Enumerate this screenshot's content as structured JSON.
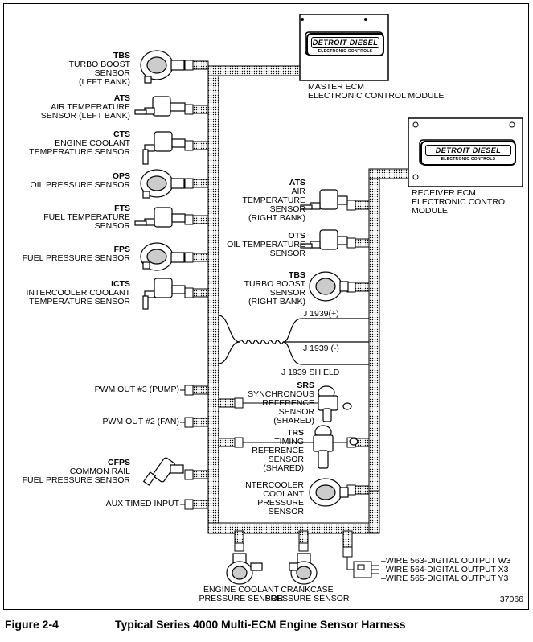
{
  "master_ecm": {
    "logo": "DETROIT DIESEL",
    "logo_sub": "ELECTRONIC CONTROLS",
    "label1": "MASTER ECM",
    "label2": "ELECTRONIC CONTROL MODULE"
  },
  "receiver_ecm": {
    "logo": "DETROIT DIESEL",
    "logo_sub": "ELECTRONIC CONTROLS",
    "label1": "RECEIVER ECM",
    "label2": "ELECTRONIC CONTROL",
    "label3": "MODULE"
  },
  "left_sensors": {
    "tbs": {
      "code": "TBS",
      "line1": "TURBO BOOST",
      "line2": "SENSOR",
      "line3": "(LEFT BANK)"
    },
    "ats": {
      "code": "ATS",
      "line1": "AIR TEMPERATURE",
      "line2": "SENSOR (LEFT BANK)"
    },
    "cts": {
      "code": "CTS",
      "line1": "ENGINE COOLANT",
      "line2": "TEMPERATURE SENSOR"
    },
    "ops": {
      "code": "OPS",
      "line1": "OIL PRESSURE SENSOR"
    },
    "fts": {
      "code": "FTS",
      "line1": "FUEL TEMPERATURE",
      "line2": "SENSOR"
    },
    "fps": {
      "code": "FPS",
      "line1": "FUEL PRESSURE SENSOR"
    },
    "icts": {
      "code": "ICTS",
      "line1": "INTERCOOLER COOLANT",
      "line2": "TEMPERATURE SENSOR"
    },
    "pwm3": {
      "line1": "PWM OUT #3 (PUMP)"
    },
    "pwm2": {
      "line1": "PWM OUT #2 (FAN)"
    },
    "cfps": {
      "code": "CFPS",
      "line1": "COMMON RAIL",
      "line2": "FUEL PRESSURE SENSOR"
    },
    "aux": {
      "line1": "AUX TIMED INPUT"
    }
  },
  "right_sensors": {
    "ats": {
      "code": "ATS",
      "line1": "AIR",
      "line2": "TEMPERATURE",
      "line3": "SENSOR",
      "line4": "(RIGHT BANK)"
    },
    "ots": {
      "code": "OTS",
      "line1": "OIL TEMPERATURE",
      "line2": "SENSOR"
    },
    "tbs": {
      "code": "TBS",
      "line1": "TURBO BOOST",
      "line2": "SENSOR",
      "line3": "(RIGHT BANK)"
    },
    "srs": {
      "code": "SRS",
      "line1": "SYNCHRONOUS",
      "line2": "REFERENCE",
      "line3": "SENSOR",
      "line4": "(SHARED)"
    },
    "trs": {
      "code": "TRS",
      "line1": "TIMING",
      "line2": "REFERENCE",
      "line3": "SENSOR",
      "line4": "(SHARED)"
    },
    "icps": {
      "line1": "INTERCOOLER",
      "line2": "COOLANT",
      "line3": "PRESSURE",
      "line4": "SENSOR"
    }
  },
  "j1939": {
    "plus": "J 1939(+)",
    "minus": "J 1939 (-)",
    "shield": "J 1939 SHIELD"
  },
  "bottom": {
    "ecps1": "ENGINE COOLANT",
    "ecps2": "PRESSURE SENSOR",
    "ccps1": "CRANKCASE",
    "ccps2": "PRESSURE SENSOR",
    "wire1": "–WIRE 563-DIGITAL OUTPUT W3",
    "wire2": "–WIRE 564-DIGITAL OUTPUT X3",
    "wire3": "–WIRE 565-DIGITAL OUTPUT Y3"
  },
  "figure_number": "37066",
  "caption": {
    "label": "Figure 2-4",
    "title": "Typical Series 4000 Multi-ECM Engine Sensor Harness"
  }
}
